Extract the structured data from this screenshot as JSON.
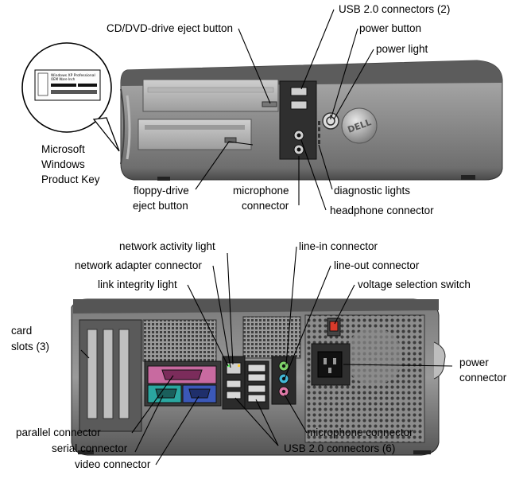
{
  "front": {
    "labels": {
      "usb": "USB 2.0 connectors (2)",
      "cd_eject": "CD/DVD-drive eject button",
      "power_button": "power button",
      "power_light": "power light",
      "product_key": [
        "Microsoft",
        "Windows",
        "Product Key"
      ],
      "floppy_eject": [
        "floppy-drive",
        "eject button"
      ],
      "microphone": [
        "microphone",
        "connector"
      ],
      "diagnostic": "diagnostic lights",
      "headphone": "headphone connector"
    },
    "logo_text": "DELL",
    "sticker_lines": [
      "Windows XP Professional",
      "OEM Ware Inch"
    ]
  },
  "back": {
    "labels": {
      "network_activity": "network activity light",
      "network_adapter": "network adapter connector",
      "link_integrity": "link integrity light",
      "card_slots": [
        "card",
        "slots (3)"
      ],
      "line_in": "line-in connector",
      "line_out": "line-out connector",
      "voltage": "voltage selection switch",
      "power_connector": [
        "power",
        "connector"
      ],
      "parallel": "parallel connector",
      "serial": "serial connector",
      "video": "video connector",
      "microphone": "microphone connector",
      "usb6": "USB 2.0 connectors (6)"
    }
  },
  "colors": {
    "chassis": "#8f8f8f",
    "chassis_dark": "#3a3a3a",
    "parallel_port": "#c86aa0",
    "serial_port": "#2aa7a0",
    "video_port": "#3b58b8",
    "line_in": "#7fd36a",
    "line_out": "#43b8d6",
    "mic": "#e07aa8",
    "voltage_switch": "#d93b2b"
  }
}
